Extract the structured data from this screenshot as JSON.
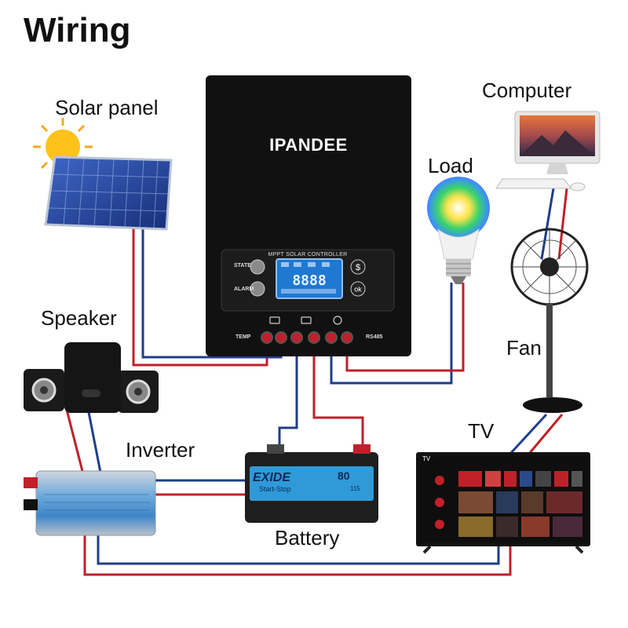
{
  "title": "Wiring",
  "labels": {
    "solar_panel": "Solar panel",
    "computer": "Computer",
    "load": "Load",
    "speaker": "Speaker",
    "fan": "Fan",
    "tv": "TV",
    "inverter": "Inverter",
    "battery": "Battery"
  },
  "controller": {
    "brand": "IPANDEE",
    "model": "MPPT SOLAR CONTROLLER",
    "state_label": "STATE",
    "alarm_label": "ALARM",
    "temp_label": "TEMP",
    "rs485_label": "RS485",
    "lcd_value": "8888",
    "button_set_icon": "dollar-sign-icon",
    "button_ok_label": "ok"
  },
  "battery": {
    "brand": "EXIDE",
    "subtitle": "Start-Stop",
    "capacity": "80",
    "cca": "115"
  },
  "tv_screen": {
    "corner_text": "TV"
  },
  "colors": {
    "positive_wire": "#c0202a",
    "negative_wire": "#1f3d8a",
    "controller_body": "#111111",
    "lcd": "#1f78d1"
  }
}
